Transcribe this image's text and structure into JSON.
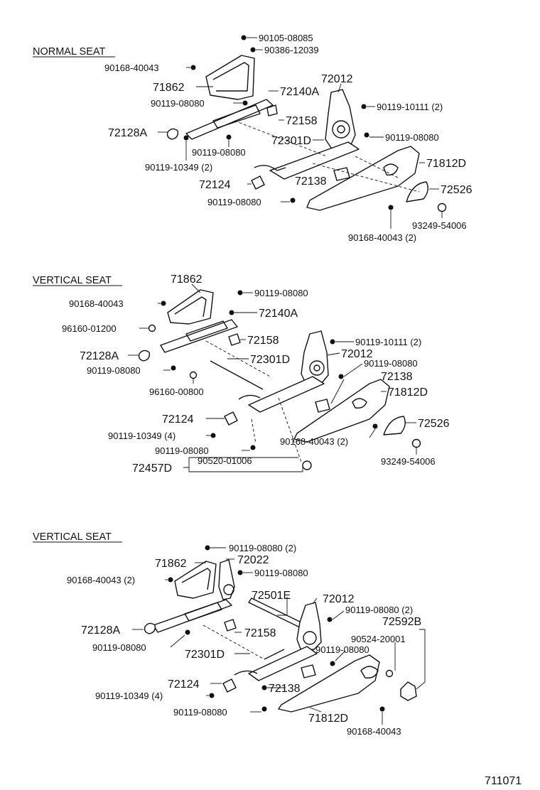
{
  "sections": {
    "normal": "NORMAL SEAT",
    "vertical_a": "VERTICAL SEAT",
    "vertical_b": "VERTICAL SEAT"
  },
  "normal": {
    "p90105_08085": "90105-08085",
    "p90386_12039": "90386-12039",
    "p90168_40043": "90168-40043",
    "p71862": "71862",
    "p72140A": "72140A",
    "p72012": "72012",
    "p90119_08080_a": "90119-08080",
    "p90119_10111": "90119-10111 (2)",
    "p72158": "72158",
    "p72128A": "72128A",
    "p72301D": "72301D",
    "p90119_08080_b": "90119-08080",
    "p90119_08080_c": "90119-08080",
    "p90119_10349": "90119-10349 (2)",
    "p71812D": "71812D",
    "p72124": "72124",
    "p72138": "72138",
    "p72526": "72526",
    "p90119_08080_d": "90119-08080",
    "p93249_54006": "93249-54006",
    "p90168_40043_2": "90168-40043 (2)"
  },
  "vertical_a": {
    "p71862": "71862",
    "p90168_40043": "90168-40043",
    "p90119_08080_a": "90119-08080",
    "p72140A": "72140A",
    "p96160_01200": "96160-01200",
    "p72158": "72158",
    "p90119_10111": "90119-10111 (2)",
    "p72012": "72012",
    "p72128A": "72128A",
    "p72301D": "72301D",
    "p90119_08080_b": "90119-08080",
    "p90119_08080_c": "90119-08080",
    "p72138": "72138",
    "p96160_00800": "96160-00800",
    "p71812D": "71812D",
    "p72124": "72124",
    "p72526": "72526",
    "p90119_10349": "90119-10349 (4)",
    "p90168_40043_2": "90168-40043 (2)",
    "p90119_08080_d": "90119-08080",
    "p93249_54006": "93249-54006",
    "p72457D": "72457D",
    "p90520_01006": "90520-01006"
  },
  "vertical_b": {
    "p90119_08080_2a": "90119-08080 (2)",
    "p71862": "71862",
    "p72022": "72022",
    "p90168_40043_2": "90168-40043 (2)",
    "p90119_08080_a": "90119-08080",
    "p72501E": "72501E",
    "p72012": "72012",
    "p90119_08080_2b": "90119-08080 (2)",
    "p72128A": "72128A",
    "p72158": "72158",
    "p72592B": "72592B",
    "p90524_20001": "90524-20001",
    "p90119_08080_b": "90119-08080",
    "p90119_08080_c": "90119-08080",
    "p72301D": "72301D",
    "p72124": "72124",
    "p72138": "72138",
    "p90119_10349": "90119-10349 (4)",
    "p90119_08080_d": "90119-08080",
    "p71812D": "71812D",
    "p90168_40043": "90168-40043"
  },
  "figure_number": "711071"
}
